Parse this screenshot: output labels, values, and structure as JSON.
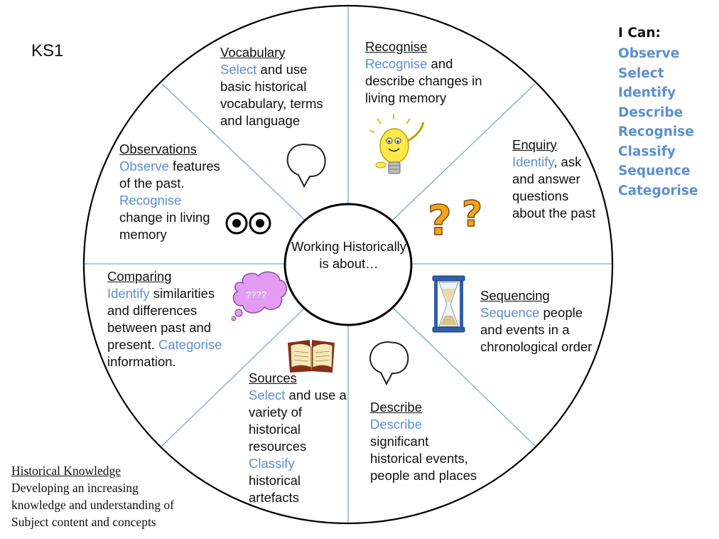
{
  "stage": "KS1",
  "i_can": {
    "heading": "I Can:",
    "words": [
      "Observe",
      "Select",
      "Identify",
      "Describe",
      "Recognise",
      "Classify",
      "Sequence",
      "Categorise"
    ]
  },
  "center": {
    "text": "Working Historically is about…"
  },
  "segments": {
    "vocabulary": {
      "title": "Vocabulary",
      "verb": "Select",
      "rest": " and use basic historical vocabulary, terms and language"
    },
    "recognise": {
      "title": "Recognise",
      "verb": "Recognise",
      "rest": " and describe changes in living memory"
    },
    "enquiry": {
      "title": "Enquiry",
      "verb": "Identify",
      "rest": ", ask and answer questions about the past"
    },
    "sequencing": {
      "title": "Sequencing",
      "verb": "Sequence",
      "rest": " people and events in a chronological order"
    },
    "describe": {
      "title": "Describe",
      "verb": "Describe",
      "rest": " significant historical events, people and places"
    },
    "sources": {
      "title": "Sources",
      "verb1": "Select",
      "rest1": " and use a variety of historical resources",
      "verb2": "Classify",
      "rest2": " historical artefacts"
    },
    "comparing": {
      "title": "Comparing",
      "verb1": "Identify",
      "rest1": " similarities and differences between past and present. ",
      "verb2": "Categorise",
      "rest2": " information."
    },
    "observations": {
      "title": "Observations",
      "verb1": "Observe",
      "rest1": " features of the past.",
      "verb2": "Recognise",
      "rest2": " change in living memory"
    }
  },
  "thought_bubble_text": "????",
  "historical_knowledge": {
    "title": "Historical Knowledge",
    "lines": [
      "Developing an increasing",
      "knowledge and understanding of",
      "Subject content and concepts"
    ]
  },
  "colors": {
    "accent": "#5b8fd1",
    "divider": "#7ea6d6",
    "outline": "#000000"
  },
  "icons": [
    "speech-bubble-icon",
    "lightbulb-icon",
    "question-marks-icon",
    "hourglass-icon",
    "open-book-icon",
    "thought-bubble-icon",
    "eyes-icon"
  ]
}
